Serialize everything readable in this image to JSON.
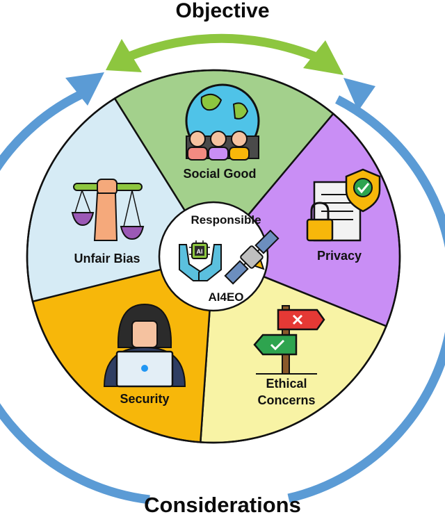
{
  "objective_title": "Objective",
  "considerations_title": "Considerations",
  "center": {
    "line1": "Responsible",
    "line2": "AI4EO",
    "chip_text": "AI"
  },
  "segments": [
    {
      "label_lines": [
        "Social Good"
      ],
      "color": "#a3d08c"
    },
    {
      "label_lines": [
        "Privacy"
      ],
      "color": "#c98ef5"
    },
    {
      "label_lines": [
        "Ethical",
        "Concerns"
      ],
      "color": "#f8f3a5"
    },
    {
      "label_lines": [
        "Security"
      ],
      "color": "#f7b70a"
    },
    {
      "label_lines": [
        "Unfair Bias"
      ],
      "color": "#d6ebf5"
    }
  ],
  "colors": {
    "objective_arrow": "#8dc63f",
    "considerations_arrow": "#5b9bd5",
    "outline": "#111111"
  }
}
